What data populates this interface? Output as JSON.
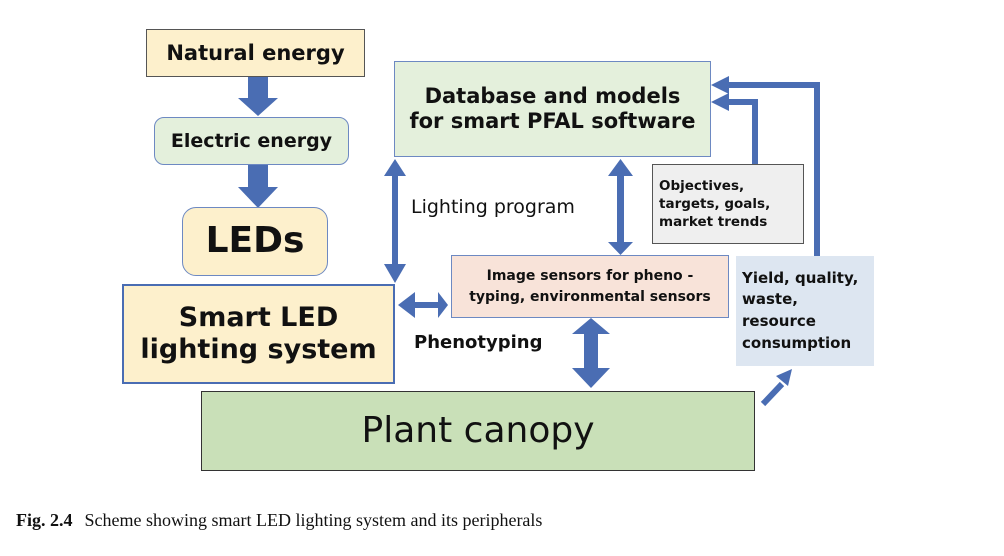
{
  "diagram": {
    "nodes": {
      "natural_energy": "Natural energy",
      "electric_energy": "Electric energy",
      "leds": "LEDs",
      "smart_led_line1": "Smart LED",
      "smart_led_line2": "lighting system",
      "database_line1": "Database and models",
      "database_line2": "for smart PFAL software",
      "objectives_line1": "Objectives,",
      "objectives_line2": "targets, goals,",
      "objectives_line3": "market trends",
      "sensors_line1": "Image sensors for pheno -",
      "sensors_line2": "typing, environmental sensors",
      "yield_line1": "Yield, quality,",
      "yield_line2": "waste,",
      "yield_line3": "resource",
      "yield_line4": "consumption",
      "plant_canopy": "Plant canopy"
    },
    "labels": {
      "lighting_program": "Lighting program",
      "phenotyping": "Phenotyping"
    },
    "colors": {
      "arrow": "#4a6db3",
      "cream": "#fdf0cc",
      "light_green": "#e4f0dc",
      "canopy_green": "#c9e0b8",
      "peach": "#f8e3d9",
      "light_blue": "#dde6f1",
      "gray": "#efefef"
    }
  },
  "caption": {
    "label": "Fig. 2.4",
    "text": "Scheme showing smart LED lighting system and its peripherals"
  }
}
